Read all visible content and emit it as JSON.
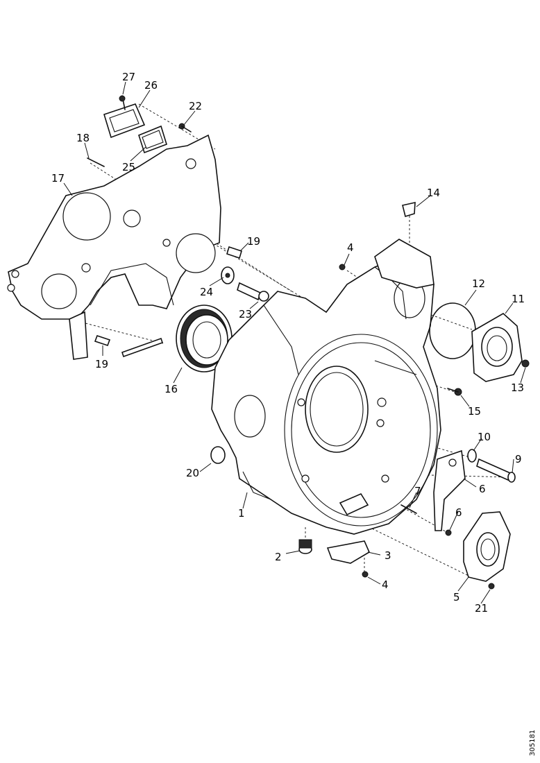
{
  "diagram": {
    "doc_id": "305181",
    "callouts": [
      {
        "id": "c1",
        "label": "1"
      },
      {
        "id": "c2",
        "label": "2"
      },
      {
        "id": "c3",
        "label": "3"
      },
      {
        "id": "c4a",
        "label": "4"
      },
      {
        "id": "c4b",
        "label": "4"
      },
      {
        "id": "c5",
        "label": "5"
      },
      {
        "id": "c6a",
        "label": "6"
      },
      {
        "id": "c6b",
        "label": "6"
      },
      {
        "id": "c7",
        "label": "7"
      },
      {
        "id": "c9",
        "label": "9"
      },
      {
        "id": "c10",
        "label": "10"
      },
      {
        "id": "c11",
        "label": "11"
      },
      {
        "id": "c12",
        "label": "12"
      },
      {
        "id": "c13",
        "label": "13"
      },
      {
        "id": "c14",
        "label": "14"
      },
      {
        "id": "c15",
        "label": "15"
      },
      {
        "id": "c16",
        "label": "16"
      },
      {
        "id": "c17",
        "label": "17"
      },
      {
        "id": "c18",
        "label": "18"
      },
      {
        "id": "c19a",
        "label": "19"
      },
      {
        "id": "c19b",
        "label": "19"
      },
      {
        "id": "c20",
        "label": "20"
      },
      {
        "id": "c21",
        "label": "21"
      },
      {
        "id": "c22",
        "label": "22"
      },
      {
        "id": "c23",
        "label": "23"
      },
      {
        "id": "c24",
        "label": "24"
      },
      {
        "id": "c25",
        "label": "25"
      },
      {
        "id": "c26",
        "label": "26"
      },
      {
        "id": "c27",
        "label": "27"
      }
    ]
  }
}
